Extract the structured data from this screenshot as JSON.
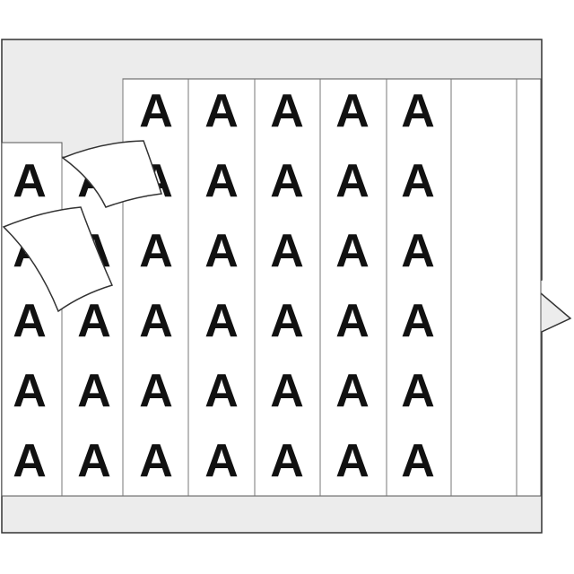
{
  "sheet": {
    "letter": "A",
    "columns": 8,
    "rows": 6,
    "peeled_labels": 2
  },
  "colors": {
    "liner": "#ececec",
    "label": "#ffffff",
    "outline": "#333333",
    "ink": "#111111"
  }
}
